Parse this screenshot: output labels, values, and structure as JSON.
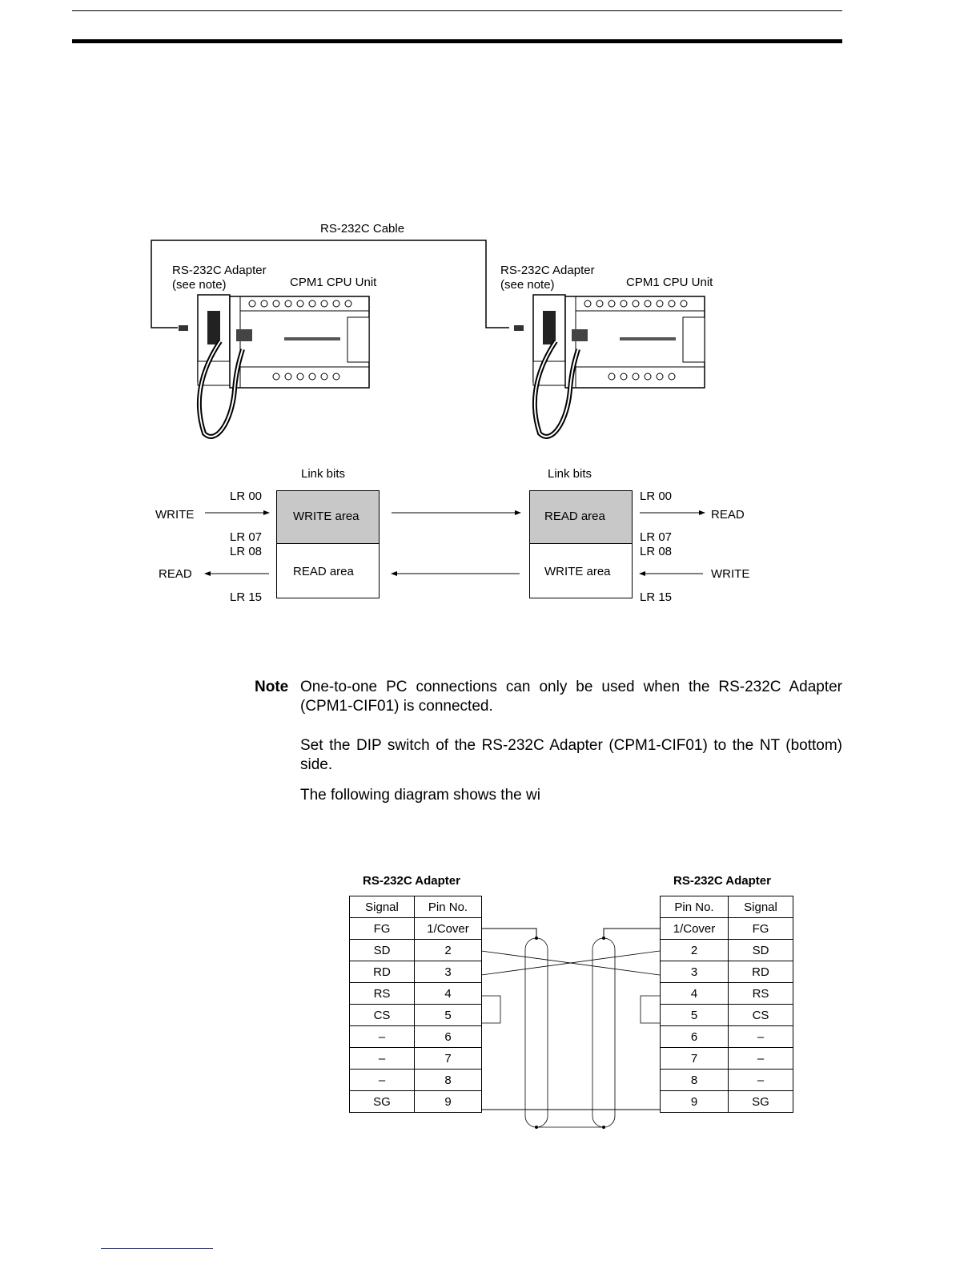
{
  "connection_diagram": {
    "cable_label": "RS-232C Cable",
    "left": {
      "adapter_label_line1": "RS-232C Adapter",
      "adapter_label_line2": "(see note)",
      "cpu_label": "CPM1 CPU Unit"
    },
    "right": {
      "adapter_label_line1": "RS-232C Adapter",
      "adapter_label_line2": "(see note)",
      "cpu_label": "CPM1 CPU Unit"
    }
  },
  "link_diagram": {
    "left": {
      "heading": "Link bits",
      "write_area": "WRITE area",
      "read_area": "READ area",
      "write_label": "WRITE",
      "read_label": "READ",
      "lr00": "LR 00",
      "lr07": "LR 07",
      "lr08": "LR 08",
      "lr15": "LR 15"
    },
    "right": {
      "heading": "Link bits",
      "read_area": "READ area",
      "write_area": "WRITE area",
      "read_label": "READ",
      "write_label": "WRITE",
      "lr00": "LR 00",
      "lr07": "LR 07",
      "lr08": "LR 08",
      "lr15": "LR 15"
    }
  },
  "note": {
    "label": "Note",
    "para1": "One-to-one PC connections can only be used when the RS-232C Adapter (CPM1-CIF01) is connected.",
    "para2": "Set the DIP switch of the RS-232C Adapter (CPM1-CIF01) to the NT (bottom) side.",
    "para3": "The following diagram shows the wi"
  },
  "wiring": {
    "left_title": "RS-232C Adapter",
    "right_title": "RS-232C Adapter",
    "left_headers": [
      "Signal",
      "Pin No."
    ],
    "right_headers": [
      "Pin No.",
      "Signal"
    ],
    "left_rows": [
      [
        "FG",
        "1/Cover"
      ],
      [
        "SD",
        "2"
      ],
      [
        "RD",
        "3"
      ],
      [
        "RS",
        "4"
      ],
      [
        "CS",
        "5"
      ],
      [
        "–",
        "6"
      ],
      [
        "–",
        "7"
      ],
      [
        "–",
        "8"
      ],
      [
        "SG",
        "9"
      ]
    ],
    "right_rows": [
      [
        "1/Cover",
        "FG"
      ],
      [
        "2",
        "SD"
      ],
      [
        "3",
        "RD"
      ],
      [
        "4",
        "RS"
      ],
      [
        "5",
        "CS"
      ],
      [
        "6",
        "–"
      ],
      [
        "7",
        "–"
      ],
      [
        "8",
        "–"
      ],
      [
        "9",
        "SG"
      ]
    ]
  }
}
